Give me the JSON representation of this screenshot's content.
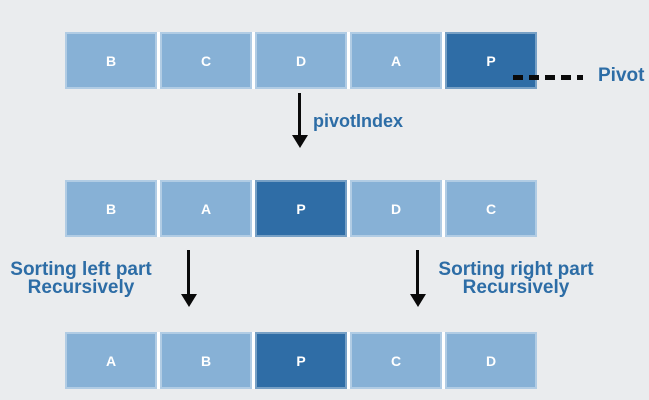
{
  "diagram": {
    "title_semantic": "quicksort-partition-diagram",
    "rows": [
      {
        "name": "initial-array",
        "cells": [
          {
            "label": "B",
            "is_pivot": false
          },
          {
            "label": "C",
            "is_pivot": false
          },
          {
            "label": "D",
            "is_pivot": false
          },
          {
            "label": "A",
            "is_pivot": false
          },
          {
            "label": "P",
            "is_pivot": true
          }
        ]
      },
      {
        "name": "partitioned-array",
        "cells": [
          {
            "label": "B",
            "is_pivot": false
          },
          {
            "label": "A",
            "is_pivot": false
          },
          {
            "label": "P",
            "is_pivot": true
          },
          {
            "label": "D",
            "is_pivot": false
          },
          {
            "label": "C",
            "is_pivot": false
          }
        ]
      },
      {
        "name": "sorted-array",
        "cells": [
          {
            "label": "A",
            "is_pivot": false
          },
          {
            "label": "B",
            "is_pivot": false
          },
          {
            "label": "P",
            "is_pivot": true
          },
          {
            "label": "C",
            "is_pivot": false
          },
          {
            "label": "D",
            "is_pivot": false
          }
        ]
      }
    ],
    "labels": {
      "pivot": "Pivot",
      "pivot_index": "pivotIndex",
      "sorting_left_line1": "Sorting left part",
      "sorting_left_line2": "Recursively",
      "sorting_right_line1": "Sorting right part",
      "sorting_right_line2": "Recursively"
    },
    "colors": {
      "background": "#eaecee",
      "cell_light": "#87b1d6",
      "cell_dark": "#2f6da6",
      "cell_text": "#ffffff",
      "cell_gap": "#ffffff",
      "label_text": "#2d6da6",
      "arrow": "#0a0a0a"
    }
  }
}
